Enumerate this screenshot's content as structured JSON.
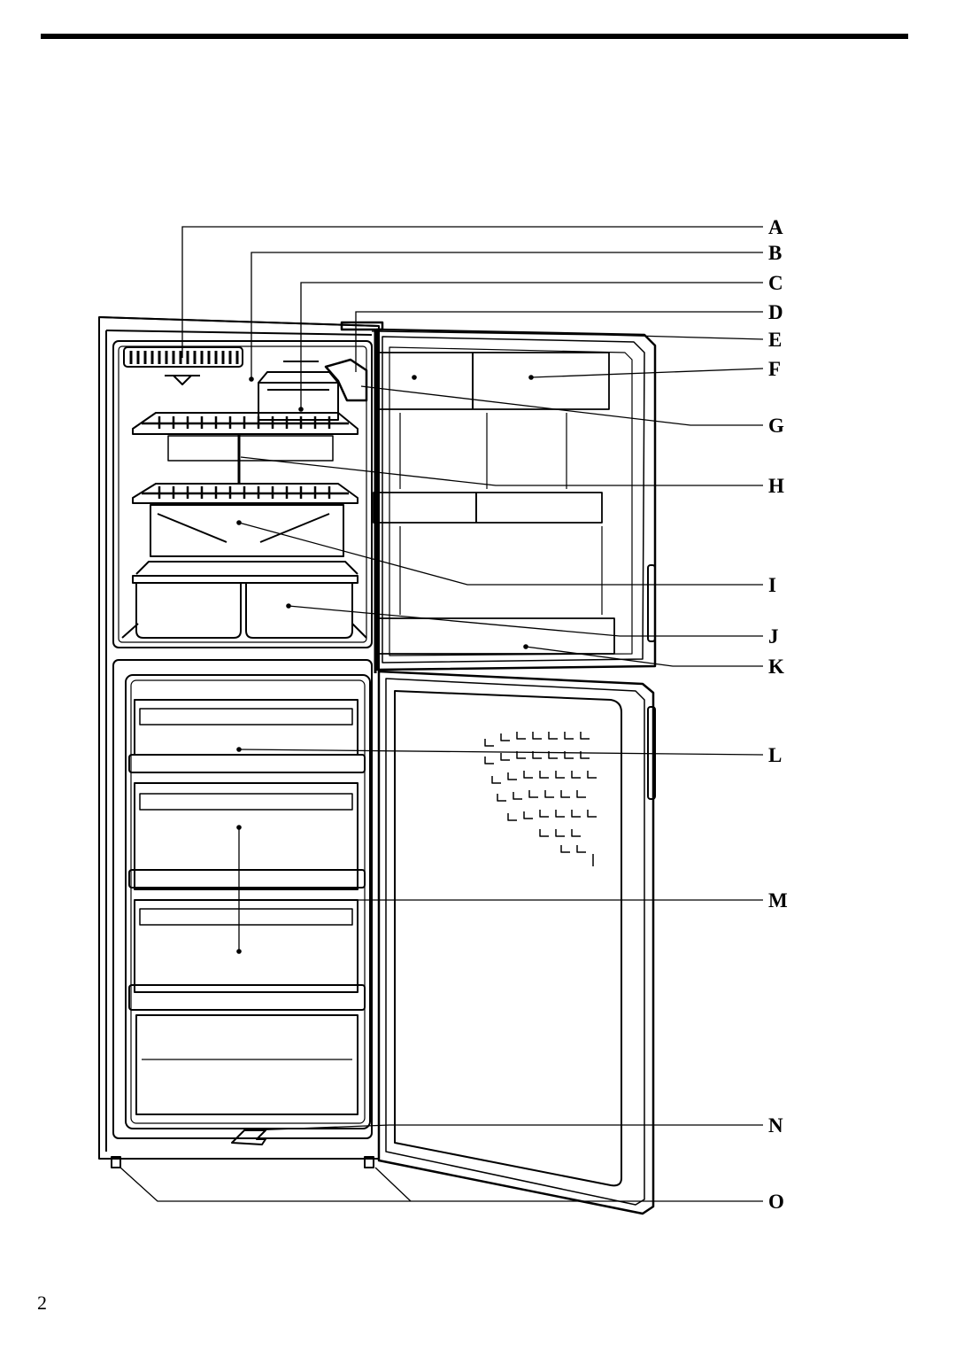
{
  "page": {
    "page_number": "2"
  },
  "diagram": {
    "labels": [
      "A",
      "B",
      "C",
      "D",
      "E",
      "F",
      "G",
      "H",
      "I",
      "J",
      "K",
      "L",
      "M",
      "N",
      "O"
    ]
  },
  "colors": {
    "ink": "#000000",
    "paper": "#ffffff"
  }
}
